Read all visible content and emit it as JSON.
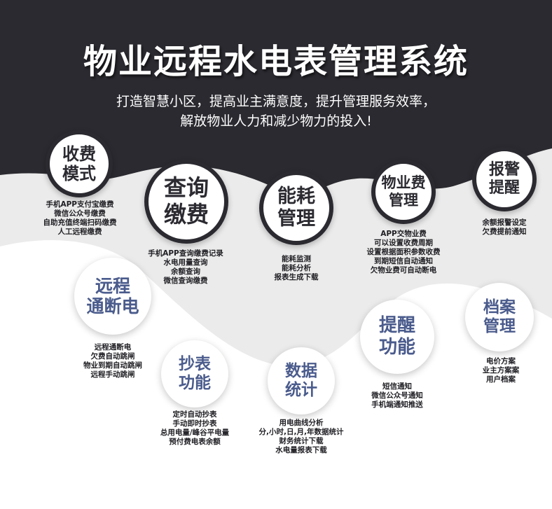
{
  "title": "物业远程水电表管理系统",
  "subtitle_line1": "打造智慧小区，提高业主满意度，提升管理服务效率，",
  "subtitle_line2": "解放物业人力和减少物力的投入!",
  "colors": {
    "dark": "#2b2a30",
    "band": "#ebebeb",
    "accent_text": "#4a5b8c",
    "white": "#ffffff"
  },
  "features": [
    {
      "id": "charge-mode",
      "title": [
        "收费",
        "模式"
      ],
      "items": [
        "手机APP支付宝缴费",
        "微信公众号缴费",
        "自助充值终端扫码缴费",
        "人工远程缴费"
      ]
    },
    {
      "id": "query-pay",
      "title": [
        "查询",
        "缴费"
      ],
      "items": [
        "手机APP查询缴费记录",
        "水电用量查询",
        "余额查询",
        "微信查询缴费"
      ]
    },
    {
      "id": "energy-mgmt",
      "title": [
        "能耗",
        "管理"
      ],
      "items": [
        "能耗监测",
        "能耗分析",
        "报表生成下载"
      ]
    },
    {
      "id": "property-fee",
      "title": [
        "物业费",
        "管理"
      ],
      "items": [
        "APP交物业费",
        "可以设置收费周期",
        "设置根据面积参数收费",
        "到期短信自动通知",
        "欠物业费可自动断电"
      ]
    },
    {
      "id": "alarm-reminder",
      "title": [
        "报警",
        "提醒"
      ],
      "items": [
        "余额报警设定",
        "欠费提前通知"
      ]
    },
    {
      "id": "remote-power",
      "title": [
        "远程",
        "通断电"
      ],
      "items": [
        "远程通断电",
        "欠费自动跳闸",
        "物业到期自动跳闸",
        "远程手动跳闸"
      ]
    },
    {
      "id": "meter-reading",
      "title": [
        "抄表",
        "功能"
      ],
      "items": [
        "定时自动抄表",
        "手动即时抄表",
        "总用电量/峰谷平电量",
        "预付费电表余额"
      ]
    },
    {
      "id": "data-stats",
      "title": [
        "数据",
        "统计"
      ],
      "items": [
        "用电曲线分析",
        "分,小时,日,月,年数据统计",
        "财务统计下载",
        "水电量报表下载"
      ]
    },
    {
      "id": "reminder-func",
      "title": [
        "提醒",
        "功能"
      ],
      "items": [
        "短信通知",
        "微信公众号通知",
        "手机端通知推送"
      ]
    },
    {
      "id": "archive-mgmt",
      "title": [
        "档案",
        "管理"
      ],
      "items": [
        "电价方案",
        "业主方案案",
        "用户档案"
      ]
    }
  ]
}
